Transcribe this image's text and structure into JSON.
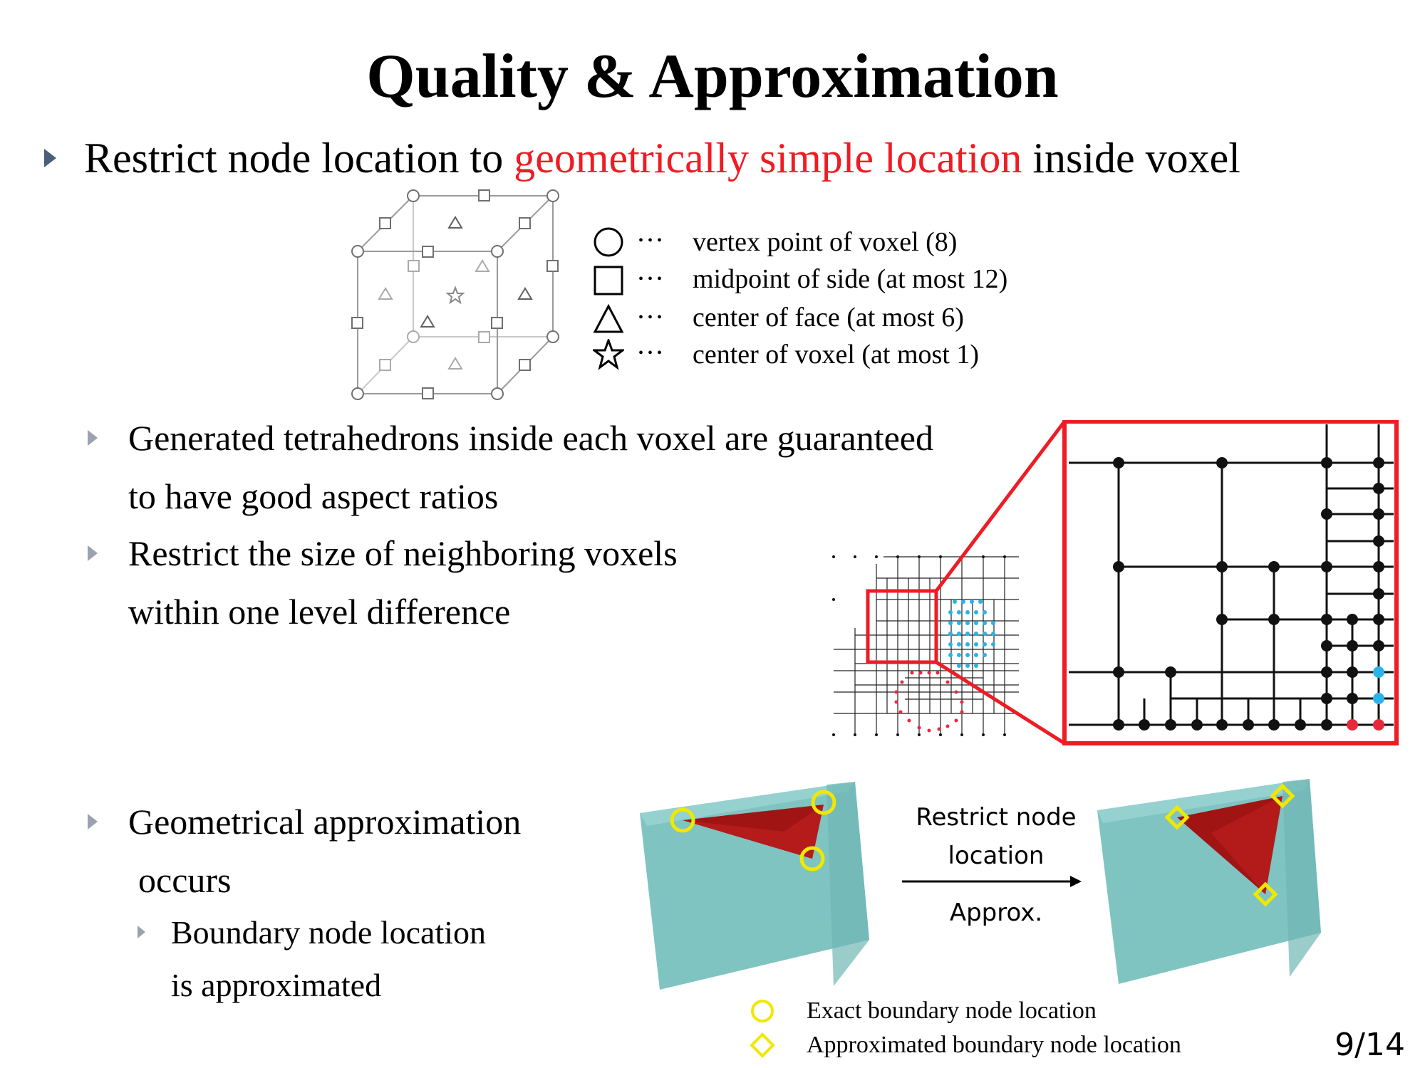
{
  "slide": {
    "title": "Quality & Approximation",
    "page_number": "9/14"
  },
  "main_bullet": {
    "prefix": "Restrict node location to ",
    "highlight": "geometrically simple location",
    "suffix": " inside voxel",
    "highlight_color": "#ee1c24"
  },
  "legend": {
    "items": [
      {
        "icon": "circle-icon",
        "dots": "•••",
        "text": "vertex point of voxel (8)"
      },
      {
        "icon": "square-icon",
        "dots": "•••",
        "text": "midpoint of side (at most 12)"
      },
      {
        "icon": "triangle-icon",
        "dots": "•••",
        "text": "center of face (at most 6)"
      },
      {
        "icon": "star-icon",
        "dots": "•••",
        "text": "center of voxel (at most 1)"
      }
    ]
  },
  "sub_bullets": {
    "tetra_line1": "Generated tetrahedrons inside each voxel are guaranteed",
    "tetra_line2": "to have good aspect ratios",
    "neighbor_line1": "Restrict the size of neighboring voxels",
    "neighbor_line2": "within one level difference",
    "approx_line1": "Geometrical approximation",
    "approx_line2": "occurs",
    "boundary_line1": "Boundary node location",
    "boundary_line2": "is approximated"
  },
  "figure": {
    "arrow_label_top_line1": "Restrict node",
    "arrow_label_top_line2": "location",
    "arrow_label_bottom": "Approx.",
    "caption_exact": "Exact boundary node location",
    "caption_approx": "Approximated boundary node location",
    "marker_color": "#f0e800",
    "cube_color": "#7fc4c1",
    "tetra_color": "#9b1010",
    "zoom_border_color": "#ee1c24",
    "node_blue": "#29b3e8",
    "node_red": "#e8283c"
  }
}
